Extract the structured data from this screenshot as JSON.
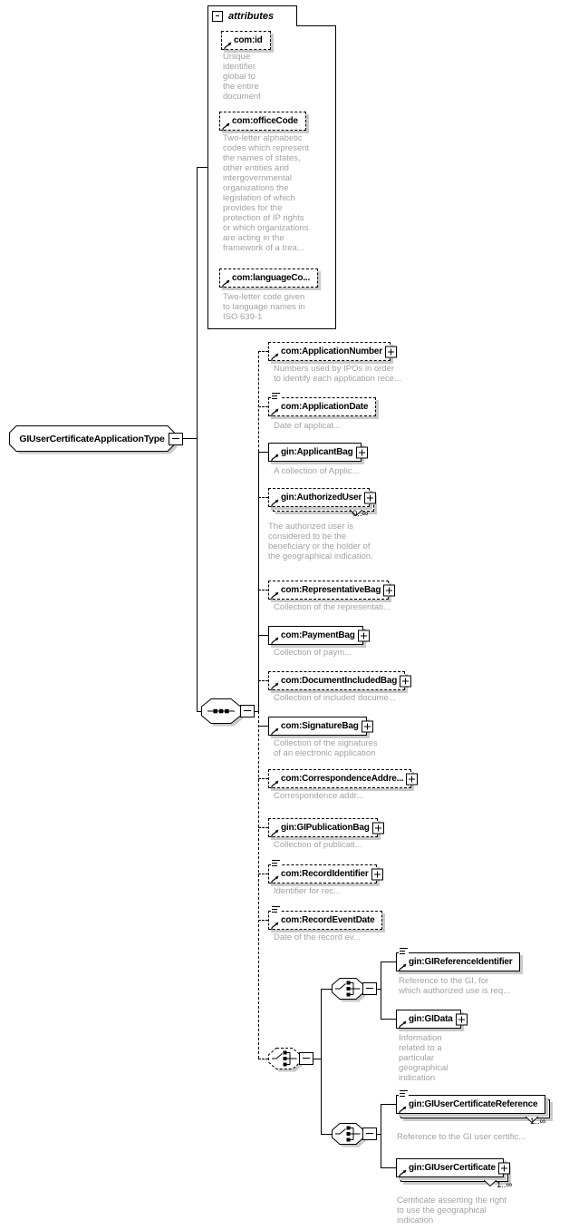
{
  "root": {
    "label": "GIUserCertificateApplicationType"
  },
  "attributes_section": {
    "label": "attributes",
    "items": [
      {
        "label": "com:id",
        "annotation": "Unique\nidentifier\nglobal to\nthe entire\ndocument"
      },
      {
        "label": "com:officeCode",
        "annotation": "Two-letter alphabetic\ncodes which represent\nthe names of states,\nother entities and\nintergovernmental\norganizations the\nlegislation of which\nprovides for the\nprotection of IP rights\nor which organizations\nare acting in the\nframework of a trea..."
      },
      {
        "label": "com:languageCo...",
        "annotation": "Two-letter code given\nto language names in\nISO 639-1"
      }
    ]
  },
  "sequence": {
    "elements": [
      {
        "label": "com:ApplicationNumber",
        "annotation": "Numbers used by IPOs in order\nto identify each application rece..."
      },
      {
        "label": "com:ApplicationDate",
        "annotation": "Date of applicat..."
      },
      {
        "label": "gin:ApplicantBag",
        "annotation": "A collection of Applic..."
      },
      {
        "label": "gin:AuthorizedUser",
        "occurrence": "0..∞",
        "annotation": "The authorized user is\nconsidered to be the\nbeneficiary or the holder of\nthe geographical indication."
      },
      {
        "label": "com:RepresentativeBag",
        "annotation": "Collection of the representati..."
      },
      {
        "label": "com:PaymentBag",
        "annotation": "Collection of paym..."
      },
      {
        "label": "com:DocumentIncludedBag",
        "annotation": "Collection of included docume..."
      },
      {
        "label": "com:SignatureBag",
        "annotation": "Collection of the signatures\nof an electronic application"
      },
      {
        "label": "com:CorrespondenceAddre...",
        "annotation": "Correspondence addr..."
      },
      {
        "label": "gin:GIPublicationBag",
        "annotation": "Collection of publicati..."
      },
      {
        "label": "com:RecordIdentifier",
        "annotation": "Identifier for rec..."
      },
      {
        "label": "com:RecordEventDate",
        "annotation": "Date of the record ev..."
      }
    ]
  },
  "choice": {
    "option1": {
      "elements": [
        {
          "label": "gin:GIReferenceIdentifier",
          "annotation": "Reference to the GI, for\nwhich authorized use is req..."
        },
        {
          "label": "gin:GIData",
          "annotation": "Information\nrelated to a\nparticular\ngeographical\nindication"
        }
      ]
    },
    "option2": {
      "elements": [
        {
          "label": "gin:GIUserCertificateReference",
          "occurrence": "1..∞",
          "annotation": "Reference to the GI user certific..."
        },
        {
          "label": "gin:GIUserCertificate",
          "occurrence": "1..∞",
          "annotation": "Certificate asserting the right\nto use the geographical\nindication"
        }
      ]
    }
  }
}
